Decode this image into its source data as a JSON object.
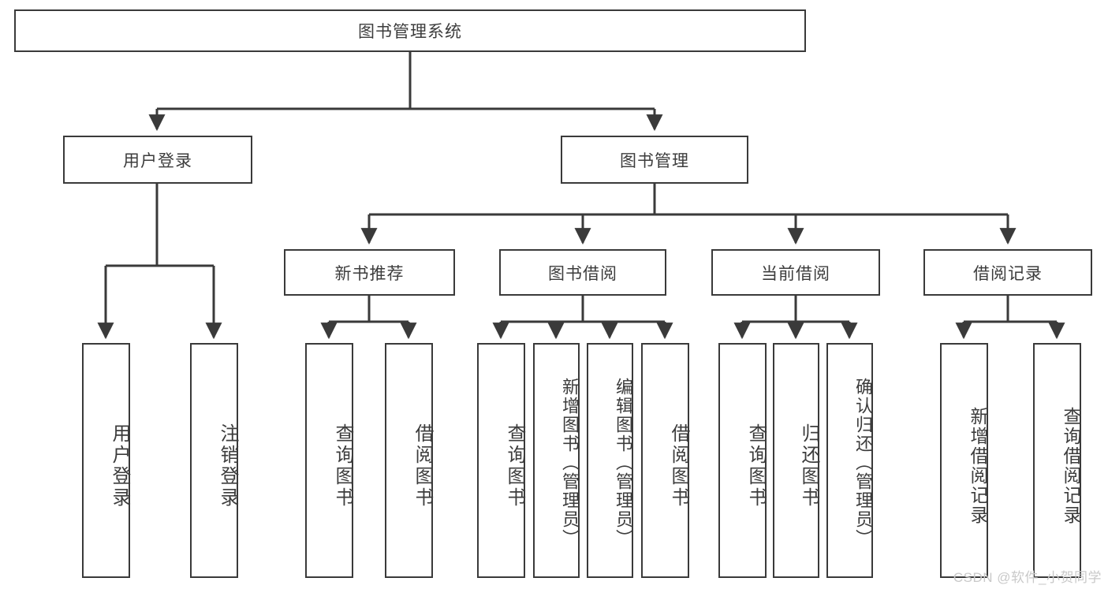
{
  "diagram": {
    "type": "tree-hierarchy",
    "title": "图书管理系统",
    "orientation": "top-down",
    "colors": {
      "box_border": "#3a3a3a",
      "box_fill": "#ffffff",
      "connector": "#3a3a3a",
      "text": "#3c3c3c",
      "watermark": "#c9c9c9",
      "background": "#ffffff"
    },
    "root": {
      "label": "图书管理系统"
    },
    "level2": [
      {
        "id": "user-login",
        "label": "用户登录"
      },
      {
        "id": "book-manage",
        "label": "图书管理"
      }
    ],
    "level3": [
      {
        "id": "new-book-recommend",
        "label": "新书推荐",
        "parent": "book-manage"
      },
      {
        "id": "book-borrow",
        "label": "图书借阅",
        "parent": "book-manage"
      },
      {
        "id": "current-borrow",
        "label": "当前借阅",
        "parent": "book-manage"
      },
      {
        "id": "borrow-record",
        "label": "借阅记录",
        "parent": "book-manage"
      }
    ],
    "leaves": {
      "user_login": [
        {
          "id": "leaf-user-login",
          "label": "用户登录"
        },
        {
          "id": "leaf-logout",
          "label": "注销登录"
        }
      ],
      "new_book_recommend": [
        {
          "id": "leaf-query-book-1",
          "label": "查询图书"
        },
        {
          "id": "leaf-borrow-book-1",
          "label": "借阅图书"
        }
      ],
      "book_borrow": [
        {
          "id": "leaf-query-book-2",
          "label": "查询图书"
        },
        {
          "id": "leaf-add-book",
          "label": "新增图书（管理员）"
        },
        {
          "id": "leaf-edit-book",
          "label": "编辑图书（管理员）"
        },
        {
          "id": "leaf-borrow-book-2",
          "label": "借阅图书"
        }
      ],
      "current_borrow": [
        {
          "id": "leaf-query-book-3",
          "label": "查询图书"
        },
        {
          "id": "leaf-return-book",
          "label": "归还图书"
        },
        {
          "id": "leaf-confirm-return",
          "label": "确认归还（管理员）"
        }
      ],
      "borrow_record": [
        {
          "id": "leaf-add-record",
          "label": "新增借阅记录"
        },
        {
          "id": "leaf-query-record",
          "label": "查询借阅记录"
        }
      ]
    }
  },
  "watermark": {
    "text": "CSDN @软件_小贺同学"
  }
}
